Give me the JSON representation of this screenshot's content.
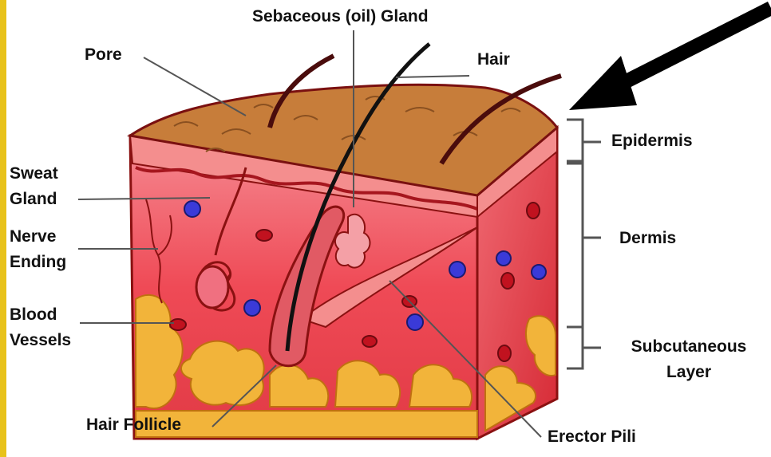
{
  "diagram": {
    "labels": {
      "sebaceous_gland": "Sebaceous (oil) Gland",
      "pore": "Pore",
      "hair": "Hair",
      "epidermis": "Epidermis",
      "sweat_gland_line1": "Sweat",
      "sweat_gland_line2": "Gland",
      "nerve_ending_line1": "Nerve",
      "nerve_ending_line2": "Ending",
      "dermis": "Dermis",
      "blood_vessels_line1": "Blood",
      "blood_vessels_line2": "Vessels",
      "subcutaneous_line1": "Subcutaneous",
      "subcutaneous_line2": "Layer",
      "hair_follicle": "Hair Follicle",
      "erector_pili": "Erector Pili"
    },
    "colors": {
      "frame": "#e8c21a",
      "surface": "#c77d3a",
      "dermis": "#ee4b55",
      "fat": "#f2b43a",
      "outline": "#8a1111"
    }
  }
}
